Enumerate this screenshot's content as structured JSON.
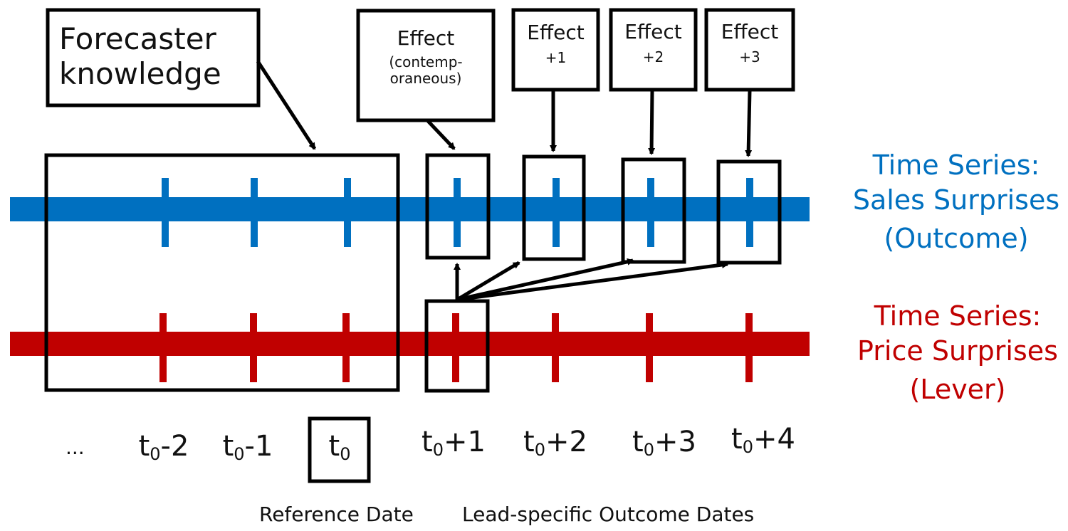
{
  "forecaster_box": {
    "label_line1": "Forecaster",
    "label_line2": "knowledge"
  },
  "effects": [
    {
      "title": "Effect",
      "sub_line1": "(contemp-",
      "sub_line2": "oraneous)"
    },
    {
      "title": "Effect",
      "sub": "+1"
    },
    {
      "title": "Effect",
      "sub": "+2"
    },
    {
      "title": "Effect",
      "sub": "+3"
    }
  ],
  "series": {
    "sales": {
      "line1": "Time Series:",
      "line2": "Sales Surprises",
      "line3": "(Outcome)",
      "color": "#0070c0"
    },
    "price": {
      "line1": "Time Series:",
      "line2": "Price Surprises",
      "line3": "(Lever)",
      "color": "#c00000"
    }
  },
  "timeline": {
    "ellipsis": "...",
    "base": "t",
    "sub": "0",
    "offsets": [
      "-2",
      "-1",
      "",
      "+1",
      "+2",
      "+3",
      "+4"
    ]
  },
  "captions": {
    "reference": "Reference Date",
    "lead": "Lead-specific Outcome Dates"
  }
}
